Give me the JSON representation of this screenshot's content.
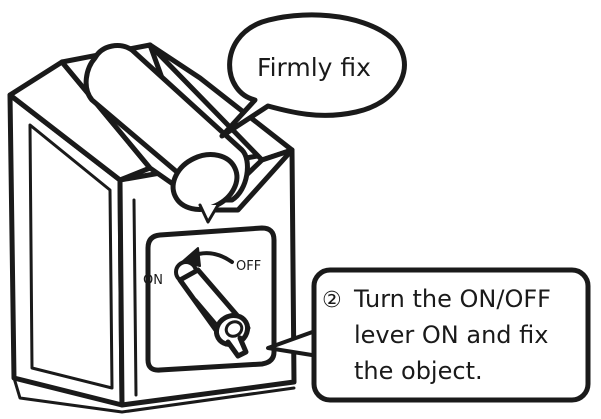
{
  "callout_bubble": {
    "text": "Firmly fix"
  },
  "lever_labels": {
    "on": "ON",
    "off": "OFF"
  },
  "instruction_box": {
    "step_marker": "②",
    "lines": [
      "Turn the ON/OFF",
      "lever ON and fix",
      "the object."
    ]
  },
  "colors": {
    "ink": "#1a1a1a",
    "paper": "#ffffff"
  }
}
